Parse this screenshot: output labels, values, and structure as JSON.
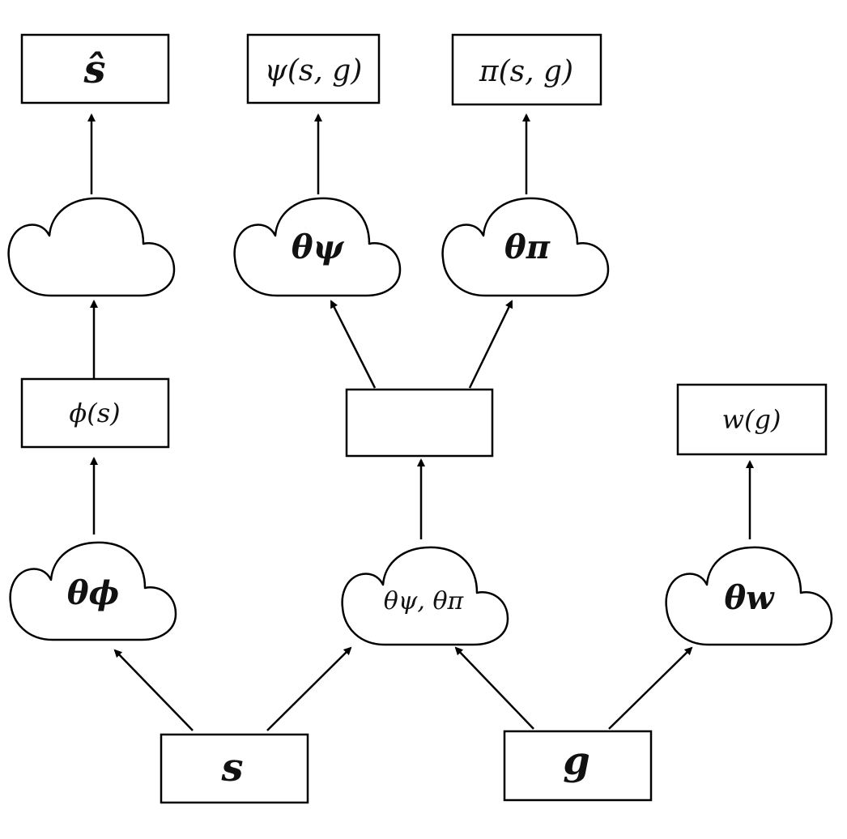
{
  "diagram": {
    "boxes": {
      "s_hat": "ŝ",
      "psi": "ψ(s, g)",
      "pi": "π(s, g)",
      "phi": "ϕ(s)",
      "merge": "",
      "w": "w(g)",
      "s": "s",
      "g": "g"
    },
    "clouds": {
      "decoder": "",
      "theta_psi": "θψ",
      "theta_pi": "θπ",
      "theta_phi": "θϕ",
      "theta_psi_pi": "θψ, θπ",
      "theta_w": "θw"
    },
    "colors": {
      "stroke": "#000000",
      "fill": "#ffffff",
      "text": "#111111"
    }
  }
}
